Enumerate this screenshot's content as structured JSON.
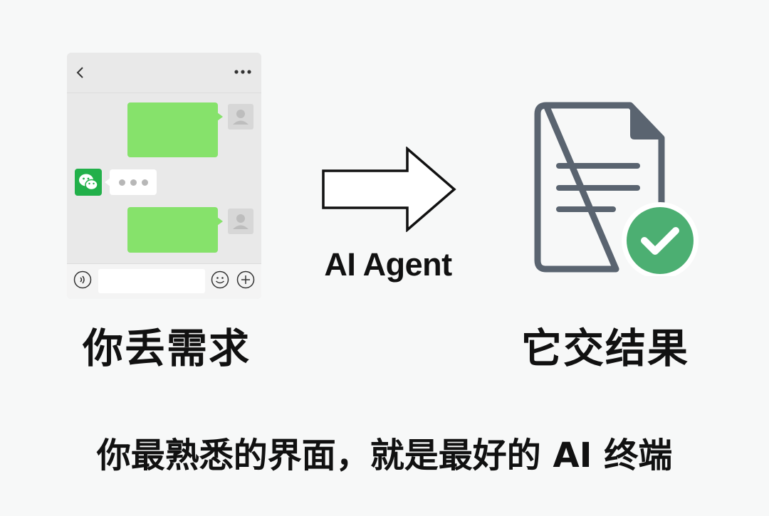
{
  "labels": {
    "agent": "AI Agent",
    "left_caption": "你丢需求",
    "right_caption": "它交结果",
    "tagline": "你最熟悉的界面，就是最好的 AI 终端"
  },
  "icons": {
    "back": "back-chevron-icon",
    "more": "more-dots-icon",
    "wechat": "wechat-logo-icon",
    "voice": "voice-icon",
    "emoji": "emoji-icon",
    "plus": "plus-icon",
    "arrow": "right-arrow",
    "document": "document-icon",
    "check": "check-circle-icon"
  },
  "colors": {
    "chat_bubble": "#86e26b",
    "wechat_green": "#22b04a",
    "check_green": "#4caf72",
    "document_stroke": "#5a6470"
  }
}
